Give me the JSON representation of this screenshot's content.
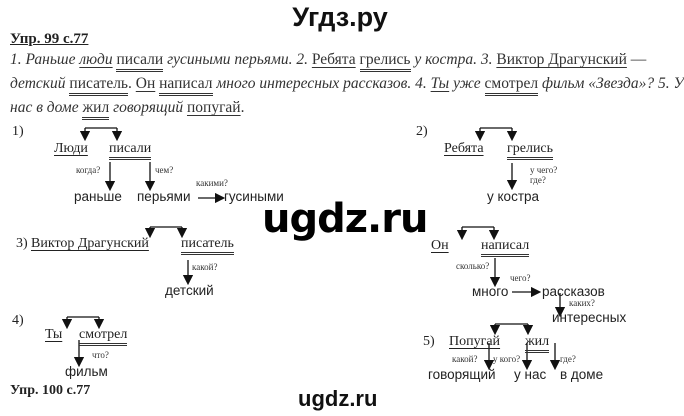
{
  "header": {
    "site_title": "Угдз.ру"
  },
  "exercise": {
    "title": "Упр. 99 с.77",
    "text_lines": [
      {
        "segments": [
          {
            "t": "1. Раньше ",
            "s": "it"
          },
          {
            "t": "люди",
            "s": "it subj"
          },
          {
            "t": " ",
            "s": "it"
          },
          {
            "t": "писали",
            "s": "pred"
          },
          {
            "t": " гусиными перьями. 2. ",
            "s": "it"
          },
          {
            "t": "Ребята",
            "s": "subj"
          },
          {
            "t": " ",
            "s": ""
          },
          {
            "t": "грелись",
            "s": "pred"
          },
          {
            "t": " у костра. 3. ",
            "s": "it"
          },
          {
            "t": "Виктор Драгунский",
            "s": "subj"
          },
          {
            "t": " —",
            "s": ""
          }
        ]
      },
      {
        "segments": [
          {
            "t": "детский ",
            "s": "it"
          },
          {
            "t": "писатель",
            "s": "pred"
          },
          {
            "t": ". ",
            "s": ""
          },
          {
            "t": "Он",
            "s": "subj"
          },
          {
            "t": " ",
            "s": ""
          },
          {
            "t": "написал",
            "s": "pred"
          },
          {
            "t": " много интересных рассказов. 4. ",
            "s": "it"
          },
          {
            "t": "Ты",
            "s": "it subj"
          },
          {
            "t": " уже ",
            "s": "it"
          },
          {
            "t": "смотрел",
            "s": "pred"
          },
          {
            "t": " фильм «Звезда»? 5. У",
            "s": "it"
          }
        ]
      },
      {
        "segments": [
          {
            "t": "нас в доме ",
            "s": "it"
          },
          {
            "t": "жил",
            "s": "pred"
          },
          {
            "t": " говорящий ",
            "s": "it"
          },
          {
            "t": "попугай",
            "s": "subj"
          },
          {
            "t": ".",
            "s": ""
          }
        ]
      }
    ]
  },
  "diagrams": {
    "d1": {
      "number": "1)",
      "subject": "Люди",
      "predicate": "писали",
      "q_when": "когда?",
      "w_when": "раньше",
      "q_what": "чем?",
      "w_what": "перьями",
      "q_which": "какими?",
      "w_which": "гусиными"
    },
    "d2": {
      "number": "2)",
      "subject": "Ребята",
      "predicate": "грелись",
      "q_where1": "у чего?",
      "q_where2": "где?",
      "w_where": "у костра"
    },
    "d3": {
      "number": "3)",
      "subject": "Виктор Драгунский",
      "predicate": "писатель",
      "q_which": "какой?",
      "w_which": "детский"
    },
    "d3b": {
      "subject": "Он",
      "predicate": "написал",
      "q_howmany": "сколько?",
      "w_howmany": "много",
      "q_what": "чего?",
      "w_what": "рассказов",
      "q_which": "каких?",
      "w_which": "интересных"
    },
    "d4": {
      "number": "4)",
      "subject": "Ты",
      "predicate": "смотрел",
      "q_what": "что?",
      "w_what": "фильм"
    },
    "d5": {
      "number": "5)",
      "subject": "Попугай",
      "predicate": "жил",
      "q_which": "какой?",
      "w_which": "говорящий",
      "q_whom": "у кого?",
      "w_whom": "у нас",
      "q_where": "где?",
      "w_where": "в доме"
    }
  },
  "cutoff_text": "Упр. 100 с.77",
  "watermarks": {
    "center": "ugdz.ru",
    "bottom": "ugdz.ru"
  }
}
